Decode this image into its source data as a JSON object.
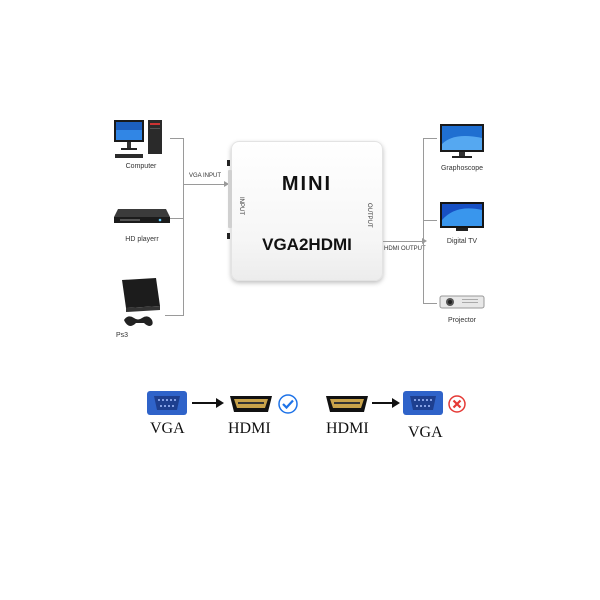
{
  "devices_left": [
    {
      "icon": "computer-icon",
      "label": "Computer"
    },
    {
      "icon": "dvd-player-icon",
      "label": "HD playerr"
    },
    {
      "icon": "ps3-icon",
      "label": "Ps3"
    }
  ],
  "devices_right": [
    {
      "icon": "monitor-icon",
      "label": "Graphoscope"
    },
    {
      "icon": "tv-icon",
      "label": "Digital TV"
    },
    {
      "icon": "projector-icon",
      "label": "Projector"
    }
  ],
  "converter": {
    "logo": "MINI",
    "model": "VGA2HDMI",
    "input_side": "INPUT",
    "output_side": "OUTPUT"
  },
  "connections": {
    "vga_input_label": "VGA INPUT",
    "hdmi_output_label": "HDMI OUTPUT"
  },
  "compatibility": [
    {
      "from": "VGA",
      "to": "HDMI",
      "supported": true
    },
    {
      "from": "HDMI",
      "to": "VGA",
      "supported": false
    }
  ],
  "colors": {
    "vga_blue": "#2f63c9",
    "check_blue": "#1e73e8",
    "cross_red": "#e53935"
  }
}
